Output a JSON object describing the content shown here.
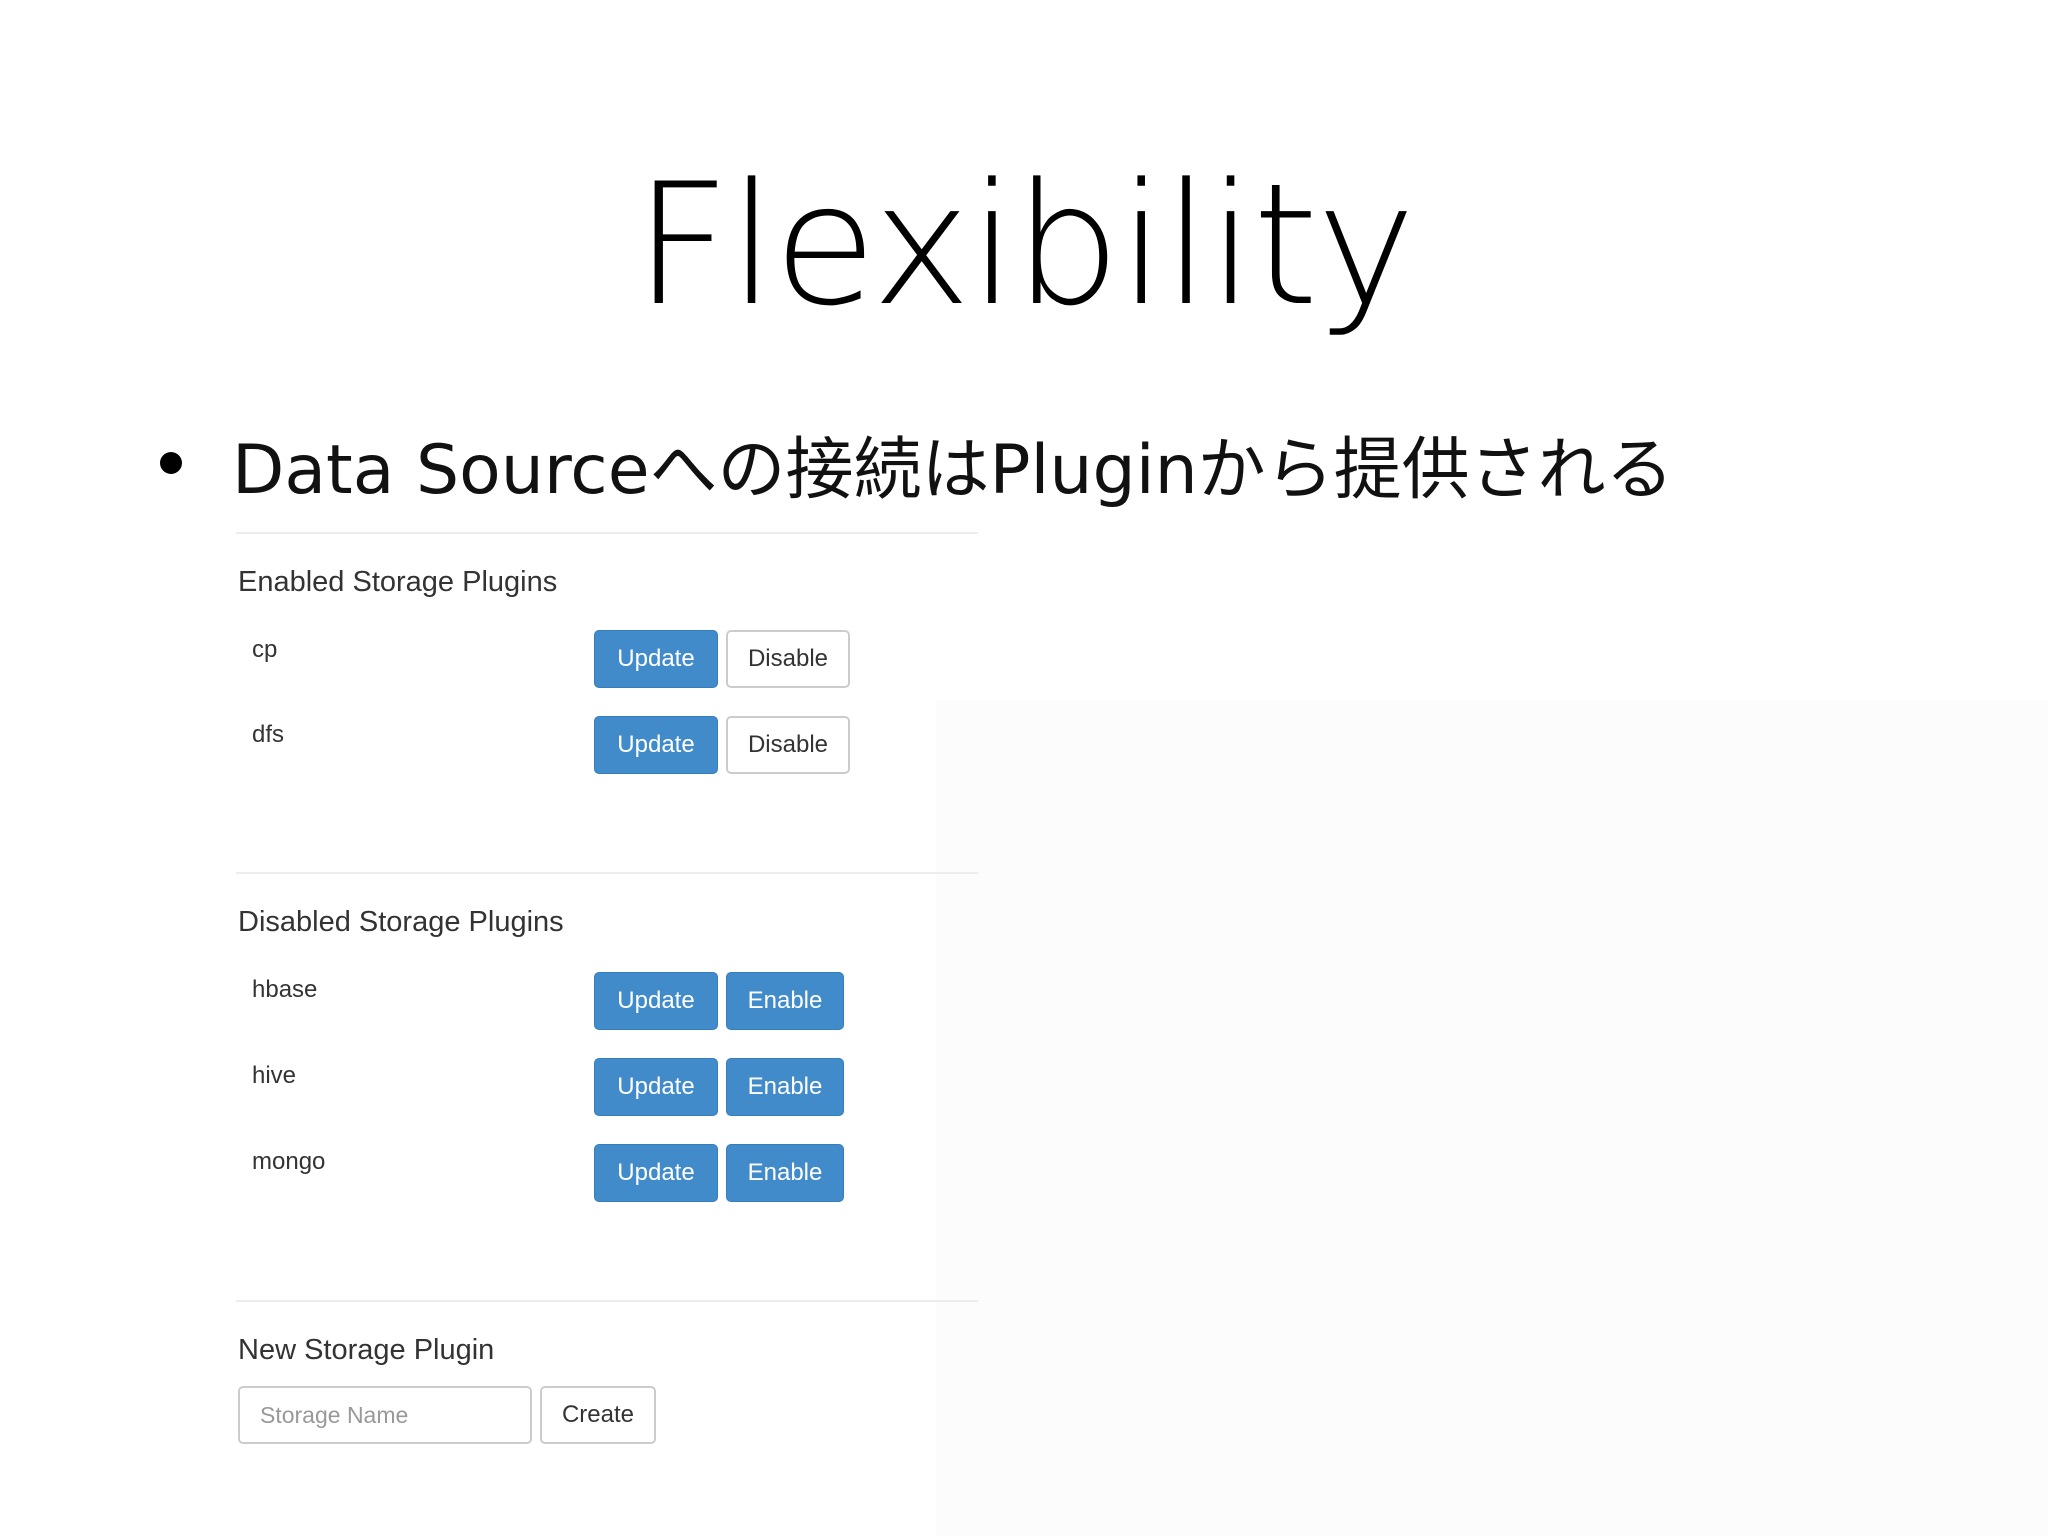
{
  "slide": {
    "title": "Flexibility",
    "bullet": "Data Sourceへの接続はPluginから提供される"
  },
  "ui": {
    "enabled_section": {
      "heading": "Enabled Storage Plugins",
      "plugins": [
        {
          "name": "cp",
          "update_label": "Update",
          "action_label": "Disable"
        },
        {
          "name": "dfs",
          "update_label": "Update",
          "action_label": "Disable"
        }
      ]
    },
    "disabled_section": {
      "heading": "Disabled Storage Plugins",
      "plugins": [
        {
          "name": "hbase",
          "update_label": "Update",
          "action_label": "Enable"
        },
        {
          "name": "hive",
          "update_label": "Update",
          "action_label": "Enable"
        },
        {
          "name": "mongo",
          "update_label": "Update",
          "action_label": "Enable"
        }
      ]
    },
    "new_section": {
      "heading": "New Storage Plugin",
      "input_placeholder": "Storage Name",
      "input_value": "",
      "create_label": "Create"
    },
    "colors": {
      "primary_button": "#428bca",
      "default_button_border": "#cccccc",
      "divider": "#ededed"
    }
  }
}
